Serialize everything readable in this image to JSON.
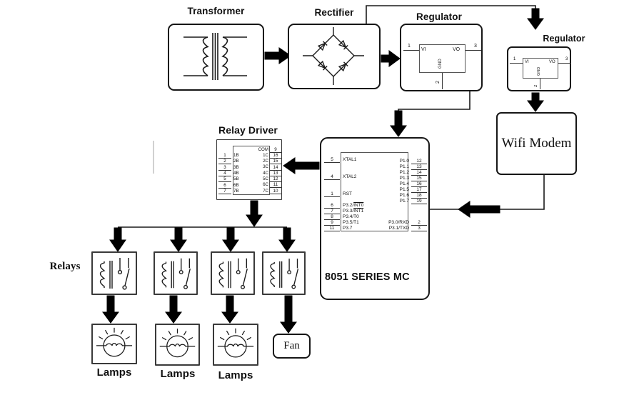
{
  "colors": {
    "ink": "#000000",
    "background": "#ffffff"
  },
  "blocks": {
    "transformer": {
      "label": "Transformer"
    },
    "rectifier": {
      "label": "Rectifier"
    },
    "regulator1": {
      "label": "Regulator",
      "vi": "VI",
      "vo": "VO",
      "gnd": "GND",
      "pin1": "1",
      "pin2": "2",
      "pin3": "3"
    },
    "regulator2": {
      "label": "Regulator",
      "vi": "VI",
      "vo": "VO",
      "gnd": "GND",
      "pin1": "1",
      "pin2": "2",
      "pin3": "3"
    },
    "wifi_modem": {
      "label": "Wifi Modem"
    },
    "mc": {
      "label": "8051 SERIES MC",
      "left_ctrl_pins": [
        {
          "num": "5",
          "label": "XTAL1"
        },
        {
          "num": "4",
          "label": "XTAL2"
        },
        {
          "num": "1",
          "label": "RST"
        }
      ],
      "left_p3_pins": [
        {
          "num": "6",
          "base": "P3.2/",
          "over": "INT0"
        },
        {
          "num": "7",
          "base": "P3.3/",
          "over": "INT1"
        },
        {
          "num": "8",
          "base": "P3.4/T0",
          "over": ""
        },
        {
          "num": "9",
          "base": "P3.5/T1",
          "over": ""
        },
        {
          "num": "11",
          "base": "P3.7",
          "over": ""
        }
      ],
      "right_p1_pins": [
        {
          "label": "P1.0",
          "num": "12"
        },
        {
          "label": "P1.1",
          "num": "13"
        },
        {
          "label": "P1.2",
          "num": "14"
        },
        {
          "label": "P1.3",
          "num": "15"
        },
        {
          "label": "P1.4",
          "num": "16"
        },
        {
          "label": "P1.5",
          "num": "17"
        },
        {
          "label": "P1.6",
          "num": "18"
        },
        {
          "label": "P1.7",
          "num": "19"
        }
      ],
      "right_p3_pins": [
        {
          "label": "P3.0/RXD",
          "num": "2"
        },
        {
          "label": "P3.1/TXD",
          "num": "3"
        }
      ]
    },
    "relay_driver": {
      "label": "Relay Driver",
      "left_pins": [
        {
          "num": "1",
          "label": "1B"
        },
        {
          "num": "2",
          "label": "2B"
        },
        {
          "num": "3",
          "label": "3B"
        },
        {
          "num": "4",
          "label": "4B"
        },
        {
          "num": "5",
          "label": "5B"
        },
        {
          "num": "6",
          "label": "6B"
        },
        {
          "num": "7",
          "label": "7B"
        }
      ],
      "right_pins": [
        {
          "label": "COM",
          "num": "9"
        },
        {
          "label": "1C",
          "num": "16"
        },
        {
          "label": "2C",
          "num": "15"
        },
        {
          "label": "3C",
          "num": "14"
        },
        {
          "label": "4C",
          "num": "13"
        },
        {
          "label": "5C",
          "num": "12"
        },
        {
          "label": "6C",
          "num": "11"
        },
        {
          "label": "7C",
          "num": "10"
        }
      ]
    },
    "relays": {
      "label": "Relays"
    },
    "lamps": [
      {
        "label": "Lamps"
      },
      {
        "label": "Lamps"
      },
      {
        "label": "Lamps"
      }
    ],
    "fan": {
      "label": "Fan"
    }
  }
}
